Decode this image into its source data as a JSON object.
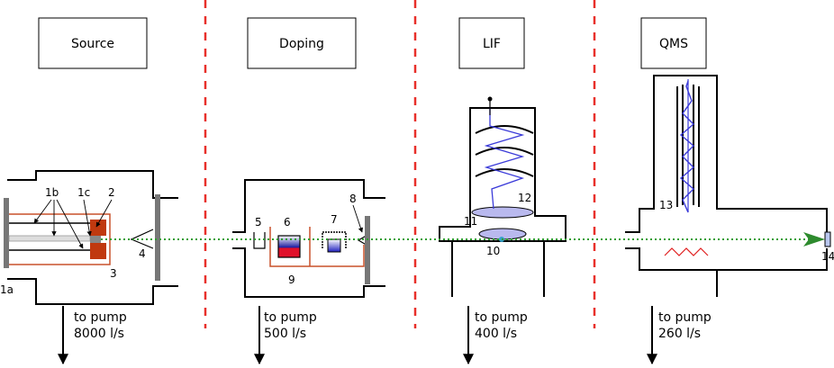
{
  "stages": {
    "source": {
      "title": "Source",
      "pump_line1": "to pump",
      "pump_line2": "8000 l/s"
    },
    "doping": {
      "title": "Doping",
      "pump_line1": "to pump",
      "pump_line2": "500 l/s"
    },
    "lif": {
      "title": "LIF",
      "pump_line1": "to pump",
      "pump_line2": "400 l/s"
    },
    "qms": {
      "title": "QMS",
      "pump_line1": "to pump",
      "pump_line2": "260 l/s"
    }
  },
  "labels": {
    "l1a": "1a",
    "l1b": "1b",
    "l1c": "1c",
    "l2": "2",
    "l3": "3",
    "l4": "4",
    "l5": "5",
    "l6": "6",
    "l7": "7",
    "l8": "8",
    "l9": "9",
    "l10": "10",
    "l11": "11",
    "l12": "12",
    "l13": "13",
    "l14": "14"
  },
  "colors": {
    "divider": "#e8302a",
    "beam": "#2e9e2e",
    "heater": "#c8502a",
    "block": "#c0390f",
    "lens": "#b9b9ee",
    "zigzag_blue": "#3b3bd9",
    "detector_arrow": "#2e8b2e"
  }
}
